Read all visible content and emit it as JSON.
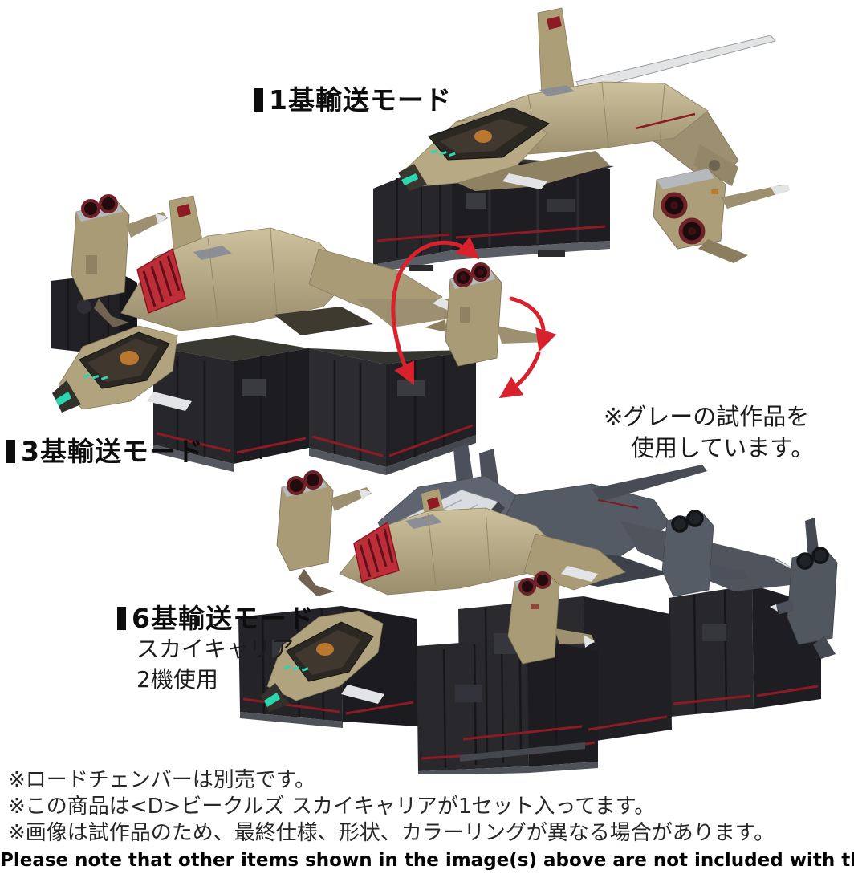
{
  "modes": {
    "mode1": {
      "label": "1基輸送モード"
    },
    "mode3": {
      "label": "3基輸送モード"
    },
    "mode6": {
      "label": "6基輸送モード",
      "caption_line1": "スカイキャリア",
      "caption_line2": "2機使用"
    }
  },
  "prototype_note": {
    "line1": "※グレーの試作品を",
    "line2": "使用しています。"
  },
  "footnotes": [
    "※ロードチェンバーは別売です。",
    "※この商品は<D>ビークルズ スカイキャリアが1セット入ってます。",
    "※画像は試作品のため、最終仕様、形状、カラーリングが異なる場合があります。"
  ],
  "footer": {
    "english_note": "Please note that other items shown in the image(s) above are not included with this product."
  },
  "photos": {
    "mode1": {
      "alt": "スカイキャリアがロードチェンバー1基を輸送している写真（1基輸送モード）"
    },
    "mode3": {
      "alt": "スカイキャリアがロードチェンバー3基を輸送、エンジンポッドの回転を赤い矢印で示した写真（3基輸送モード）"
    },
    "mode6": {
      "alt": "スカイキャリア2機（ベージュとグレー試作品）がロードチェンバー6基を輸送している写真（6基輸送モード）"
    }
  },
  "colors": {
    "background": "#ffffff",
    "text": "#111111",
    "arrow_red": "#d7212d",
    "body_tan": "#b4a67f",
    "container_dark": "#232327",
    "stripe_red": "#8e1b24",
    "intake_red": "#c2303a",
    "canopy_teal": "#27d8b0",
    "pilot_amber": "#c07a2f",
    "prototype_gray": "#5f6570",
    "white_part": "#e8eaec"
  }
}
